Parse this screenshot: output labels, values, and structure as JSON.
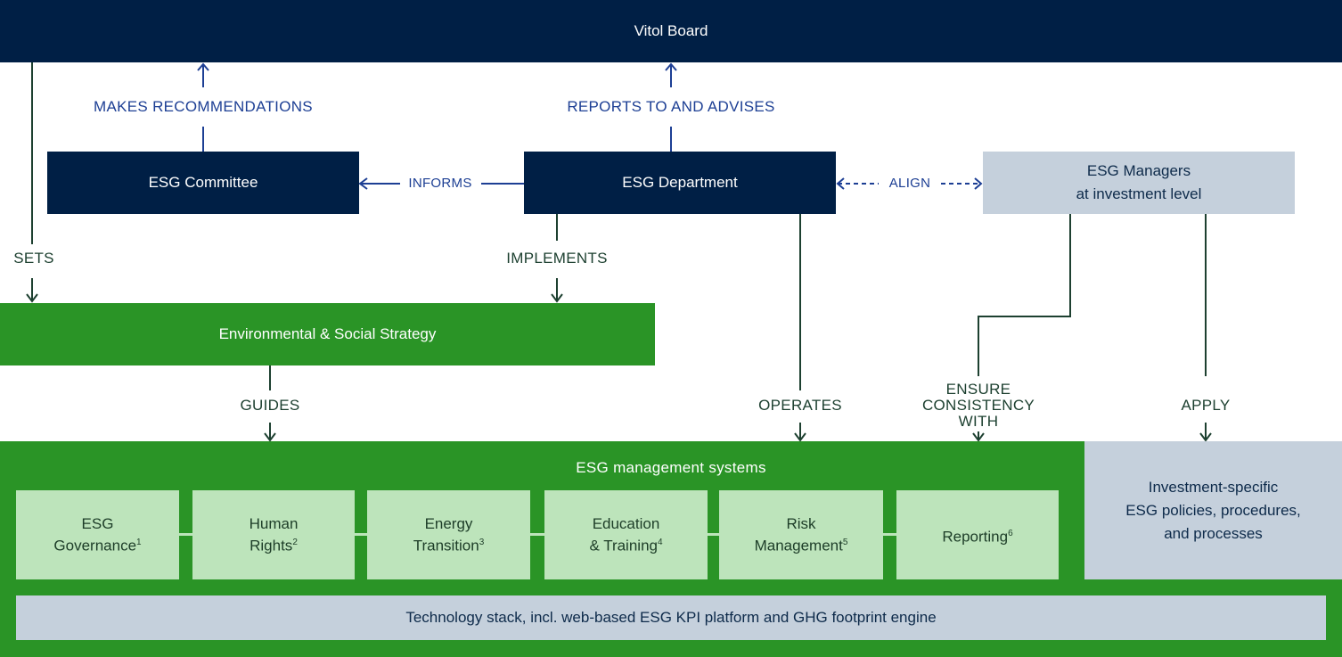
{
  "nodes": {
    "board": "Vitol Board",
    "committee": "ESG Committee",
    "department": "ESG Department",
    "managers_line1": "ESG Managers",
    "managers_line2": "at investment level",
    "strategy": "Environmental & Social Strategy",
    "systems_title": "ESG management systems",
    "investment_line1": "Investment-specific",
    "investment_line2": "ESG policies, procedures,",
    "investment_line3": "and processes",
    "tech": "Technology stack, incl. web-based ESG KPI platform and GHG footprint engine"
  },
  "subsystems": [
    {
      "line1": "ESG",
      "line2": "Governance",
      "sup": "1"
    },
    {
      "line1": "Human",
      "line2": "Rights",
      "sup": "2"
    },
    {
      "line1": "Energy",
      "line2": "Transition",
      "sup": "3"
    },
    {
      "line1": "Education",
      "line2": "& Training",
      "sup": "4"
    },
    {
      "line1": "Risk",
      "line2": "Management",
      "sup": "5"
    },
    {
      "line1": "",
      "line2": "Reporting",
      "sup": "6"
    }
  ],
  "edges": {
    "makes_recommendations": "MAKES RECOMMENDATIONS",
    "reports_to": "REPORTS TO AND ADVISES",
    "informs": "INFORMS",
    "align": "ALIGN",
    "sets": "SETS",
    "implements": "IMPLEMENTS",
    "guides": "GUIDES",
    "operates": "OPERATES",
    "ensure_line1": "ENSURE",
    "ensure_line2": "CONSISTENCY",
    "ensure_line3": "WITH",
    "apply": "APPLY"
  },
  "colors": {
    "navy": "#001f45",
    "green": "#2a9426",
    "light_green": "#bde4bb",
    "grey": "#c5d0dc",
    "blue_text": "#1d3f94",
    "dark_green_text": "#1d4030"
  }
}
